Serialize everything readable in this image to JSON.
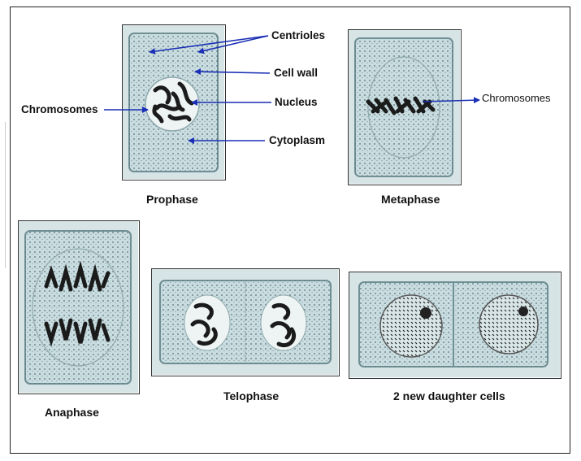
{
  "stages": {
    "prophase": "Prophase",
    "metaphase": "Metaphase",
    "anaphase": "Anaphase",
    "telophase": "Telophase",
    "daughter": "2 new daughter cells"
  },
  "labels": {
    "centrioles": "Centrioles",
    "cell_wall": "Cell wall",
    "nucleus": "Nucleus",
    "cytoplasm": "Cytoplasm",
    "chromosomes_left": "Chromosomes",
    "chromosomes_right": "Chromosomes"
  },
  "colors": {
    "arrow": "#1a2fb5",
    "cell_fill": "#c9dde0",
    "cell_border": "#6f8f94",
    "chromosome": "#1b1b1b"
  }
}
